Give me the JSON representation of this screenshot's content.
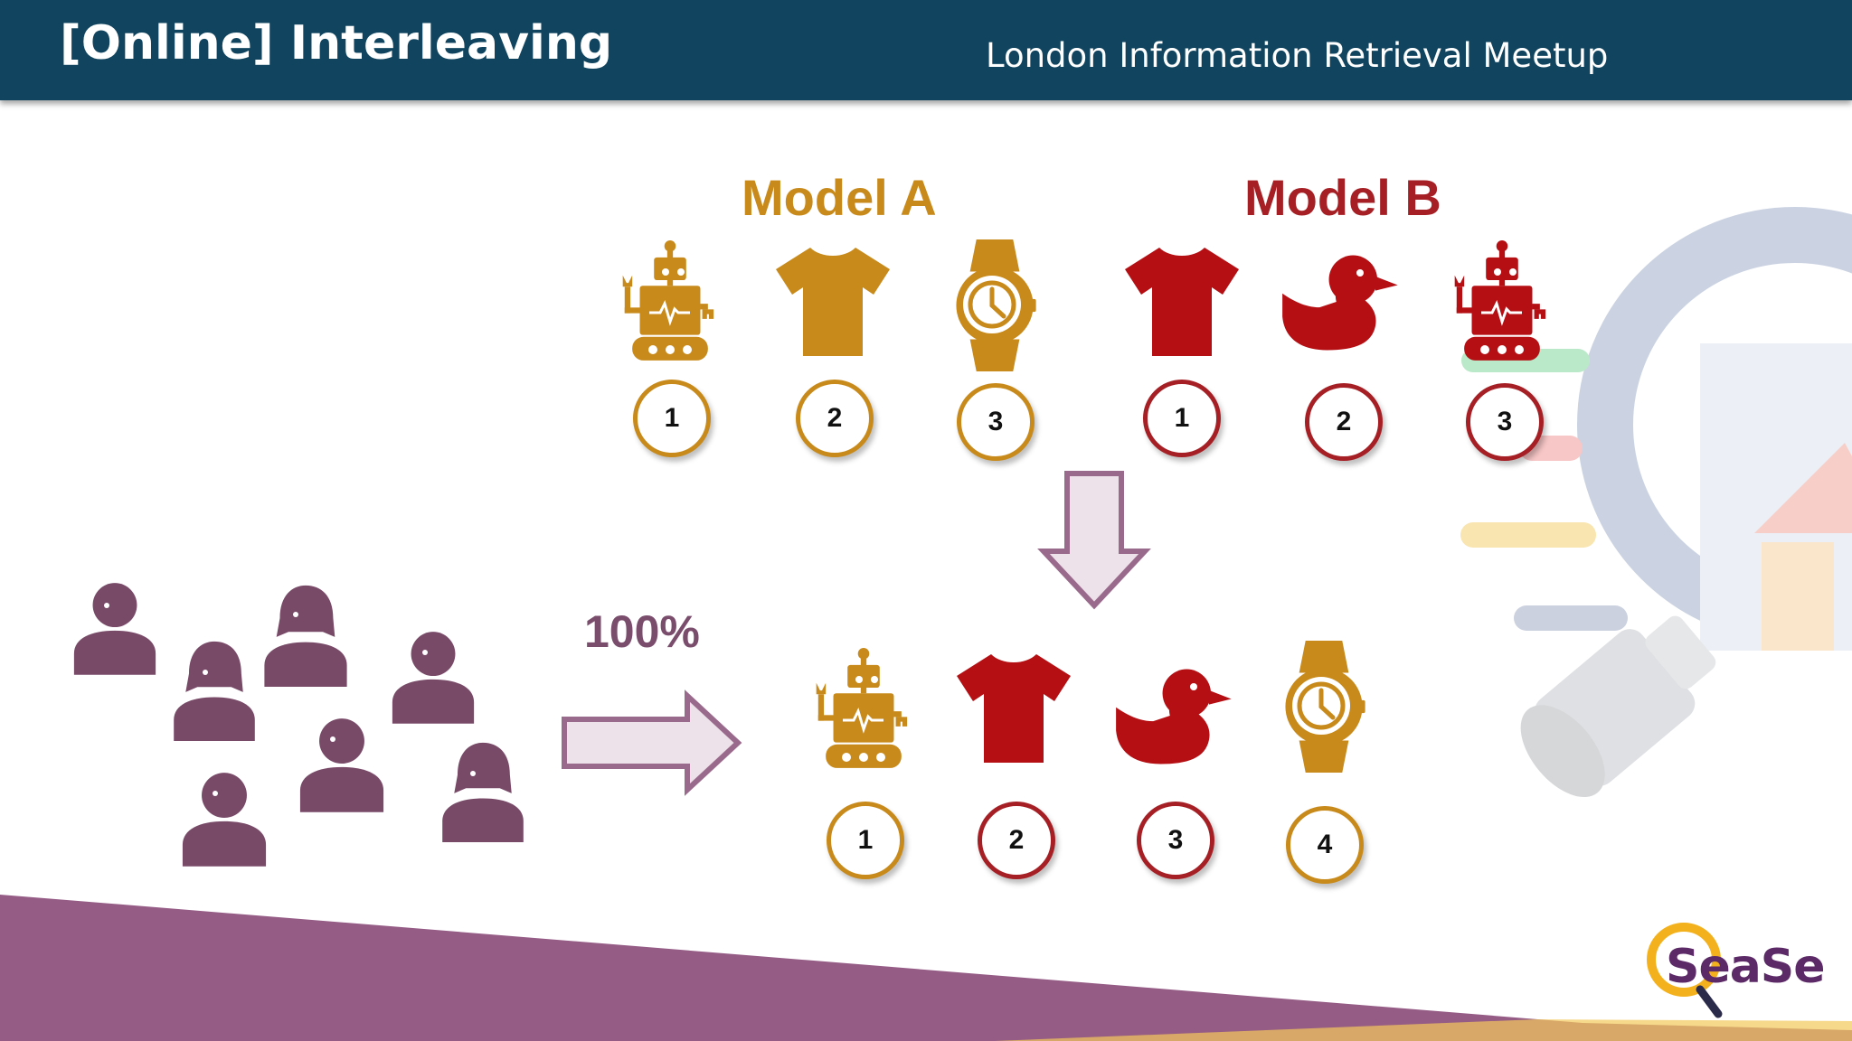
{
  "header": {
    "title": "[Online] Interleaving",
    "subtitle": "London Information Retrieval Meetup"
  },
  "model_a": {
    "label": "Model A",
    "color": "#c88a1a",
    "items": [
      {
        "icon": "robot-icon",
        "rank": "1"
      },
      {
        "icon": "tshirt-icon",
        "rank": "2"
      },
      {
        "icon": "watch-icon",
        "rank": "3"
      }
    ]
  },
  "model_b": {
    "label": "Model B",
    "color": "#a51f24",
    "items": [
      {
        "icon": "tshirt-icon",
        "rank": "1"
      },
      {
        "icon": "duck-icon",
        "rank": "2"
      },
      {
        "icon": "robot-icon",
        "rank": "3"
      }
    ]
  },
  "traffic": {
    "label": "100%",
    "users_icon": "users-group-icon",
    "user_color": "#784a68"
  },
  "interleaved": {
    "items": [
      {
        "icon": "robot-icon",
        "rank": "1",
        "source": "Model A"
      },
      {
        "icon": "tshirt-icon",
        "rank": "2",
        "source": "Model B"
      },
      {
        "icon": "duck-icon",
        "rank": "3",
        "source": "Model B"
      },
      {
        "icon": "watch-icon",
        "rank": "4",
        "source": "Model A"
      }
    ]
  },
  "logo": {
    "text": "SeaSe",
    "brand_color": "#5c2a67",
    "accent_color": "#f3b21d"
  },
  "colors": {
    "header_bg": "#11455f",
    "footer_band": "#955c85",
    "arrow_fill": "#ede1ea",
    "arrow_stroke": "#9a6a8c"
  }
}
